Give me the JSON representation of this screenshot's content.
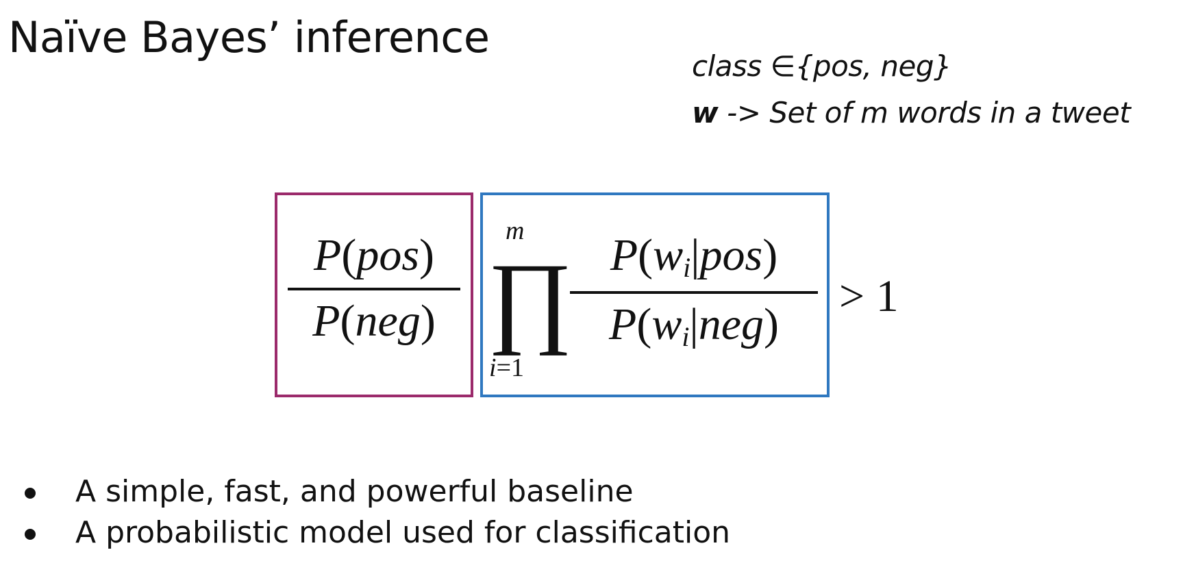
{
  "title": "Naïve Bayes’ inference",
  "definitions": {
    "class_line": "class ∈{pos, neg}",
    "w_symbol": "w",
    "w_text": " -> Set of m words in a tweet"
  },
  "formula": {
    "prior_numerator": "P(pos)",
    "prior_denominator": "P(neg)",
    "product_symbol": "∏",
    "product_upper": "m",
    "product_lower": "i=1",
    "likelihood_numerator": "P(wi|pos)",
    "likelihood_denominator": "P(wi|neg)",
    "comparison": "> 1"
  },
  "colors": {
    "prior_box": "#9b2a6b",
    "likelihood_box": "#2f78c0"
  },
  "bullets": [
    "A simple, fast, and powerful baseline",
    "A probabilistic model used for classification"
  ]
}
